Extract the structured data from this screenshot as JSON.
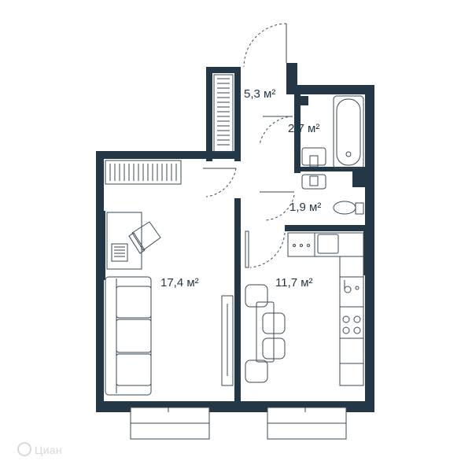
{
  "plan": {
    "rooms": [
      {
        "id": "hall",
        "area_label": "5,3 м²"
      },
      {
        "id": "bathroom",
        "area_label": "2,7 м²"
      },
      {
        "id": "wc",
        "area_label": "1,9 м²"
      },
      {
        "id": "living-room",
        "area_label": "17,4 м²"
      },
      {
        "id": "kitchen",
        "area_label": "11,7 м²"
      }
    ]
  },
  "colors": {
    "wall": "#243746",
    "line": "#3a4a57",
    "label": "#243746",
    "watermark": "#d6d9dc"
  },
  "watermark": "Циан"
}
